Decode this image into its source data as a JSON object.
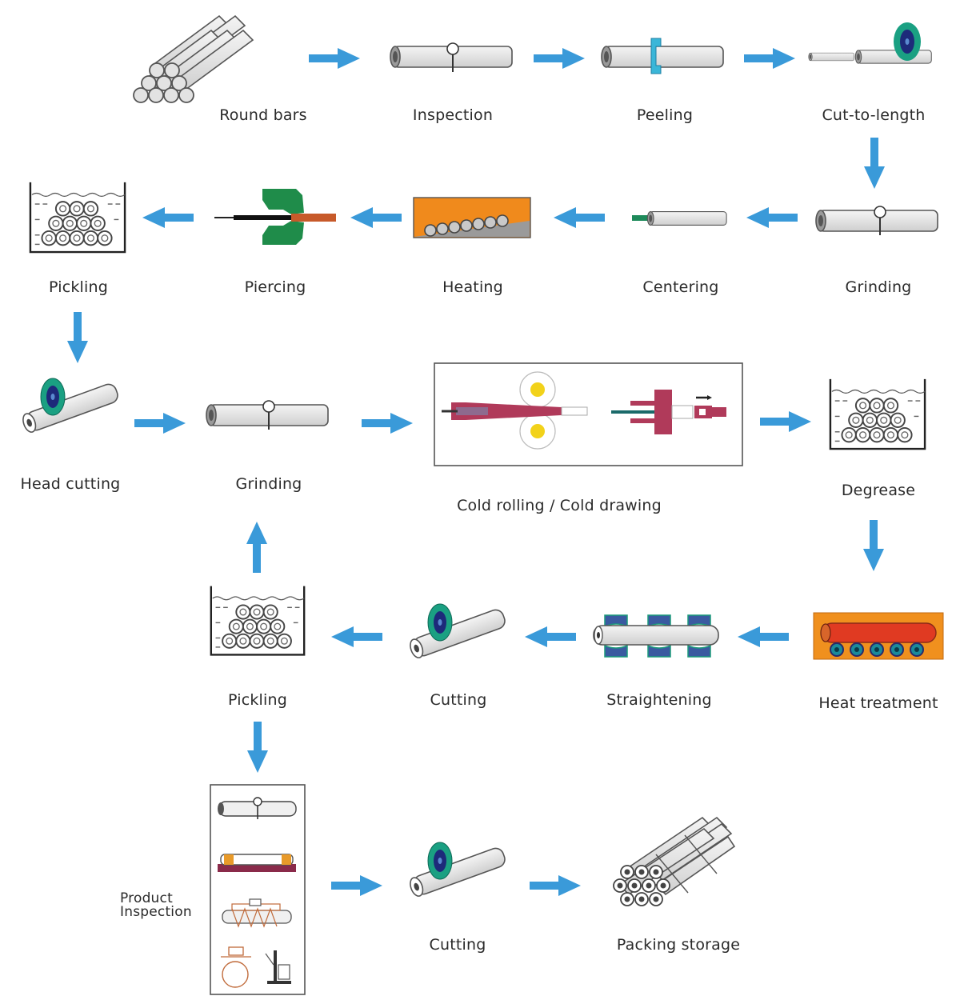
{
  "diagram": {
    "title": "Seamless tube cold processing flow",
    "accent_color": "#3a9ad9",
    "steps": [
      {
        "id": "round-bars",
        "label": "Round bars"
      },
      {
        "id": "inspection",
        "label": "Inspection"
      },
      {
        "id": "peeling",
        "label": "Peeling"
      },
      {
        "id": "cut-to-length",
        "label": "Cut-to-length"
      },
      {
        "id": "grinding-1",
        "label": "Grinding"
      },
      {
        "id": "centering",
        "label": "Centering"
      },
      {
        "id": "heating",
        "label": "Heating"
      },
      {
        "id": "piercing",
        "label": "Piercing"
      },
      {
        "id": "pickling-1",
        "label": "Pickling"
      },
      {
        "id": "head-cutting",
        "label": "Head cutting"
      },
      {
        "id": "grinding-2",
        "label": "Grinding"
      },
      {
        "id": "cold-rolling-drawing",
        "label": "Cold rolling / Cold drawing"
      },
      {
        "id": "degrease",
        "label": "Degrease"
      },
      {
        "id": "heat-treatment",
        "label": "Heat treatment"
      },
      {
        "id": "straightening",
        "label": "Straightening"
      },
      {
        "id": "cutting-1",
        "label": "Cutting"
      },
      {
        "id": "pickling-2",
        "label": "Pickling"
      },
      {
        "id": "product-inspection",
        "label_line1": "Product",
        "label_line2": "Inspection"
      },
      {
        "id": "cutting-2",
        "label": "Cutting"
      },
      {
        "id": "packing-storage",
        "label": "Packing storage"
      }
    ],
    "flow": [
      [
        "round-bars",
        "inspection"
      ],
      [
        "inspection",
        "peeling"
      ],
      [
        "peeling",
        "cut-to-length"
      ],
      [
        "cut-to-length",
        "grinding-1"
      ],
      [
        "grinding-1",
        "centering"
      ],
      [
        "centering",
        "heating"
      ],
      [
        "heating",
        "piercing"
      ],
      [
        "piercing",
        "pickling-1"
      ],
      [
        "pickling-1",
        "head-cutting"
      ],
      [
        "head-cutting",
        "grinding-2"
      ],
      [
        "grinding-2",
        "cold-rolling-drawing"
      ],
      [
        "cold-rolling-drawing",
        "degrease"
      ],
      [
        "degrease",
        "heat-treatment"
      ],
      [
        "heat-treatment",
        "straightening"
      ],
      [
        "straightening",
        "cutting-1"
      ],
      [
        "cutting-1",
        "pickling-2"
      ],
      [
        "pickling-2",
        "grinding-2"
      ],
      [
        "pickling-2",
        "product-inspection"
      ],
      [
        "product-inspection",
        "cutting-2"
      ],
      [
        "cutting-2",
        "packing-storage"
      ]
    ]
  }
}
